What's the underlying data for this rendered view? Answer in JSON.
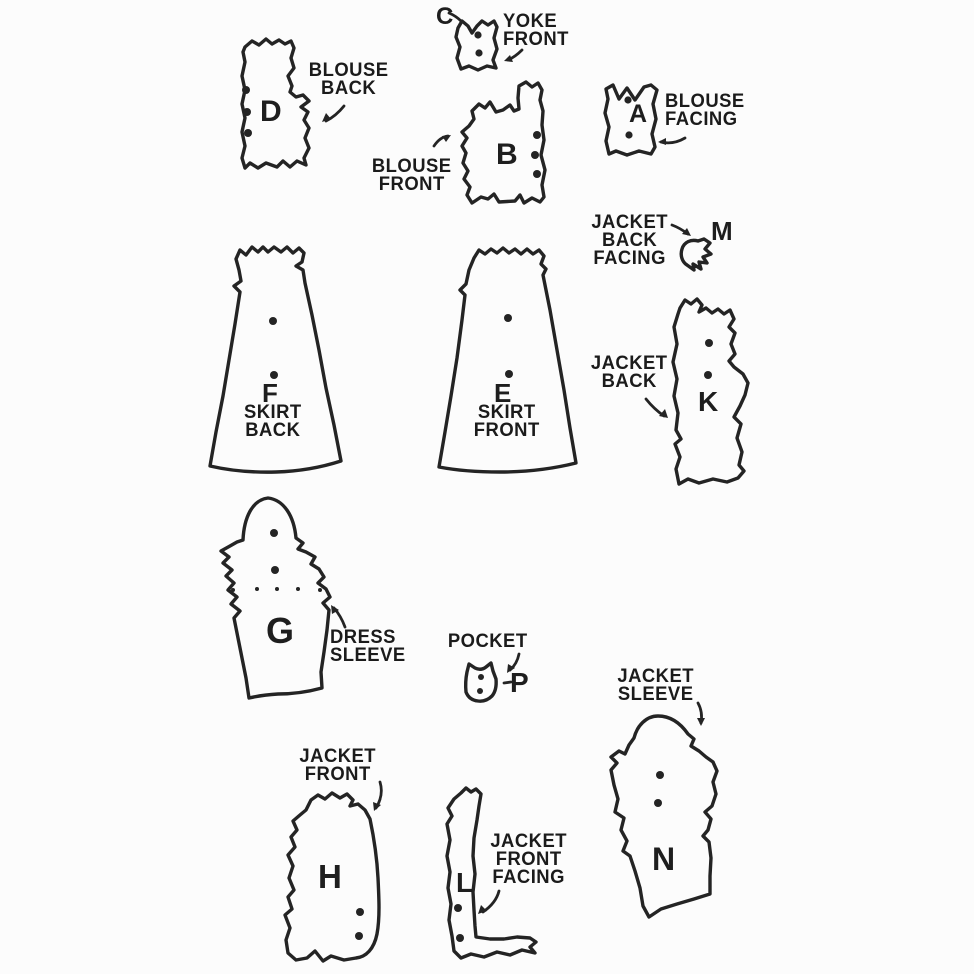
{
  "diagram_title": "sewing pattern pieces cutting diagram",
  "ink_color": "#222222",
  "background_color": "#fcfcfc",
  "pieces": [
    {
      "letter": "D",
      "label": "BLOUSE\nBACK"
    },
    {
      "letter": "C",
      "label": "YOKE\nFRONT"
    },
    {
      "letter": "B",
      "label": "BLOUSE\nFRONT"
    },
    {
      "letter": "A",
      "label": "BLOUSE\nFACING"
    },
    {
      "letter": "M",
      "label": "JACKET\nBACK\nFACING"
    },
    {
      "letter": "F",
      "label": "SKIRT\nBACK"
    },
    {
      "letter": "E",
      "label": "SKIRT\nFRONT"
    },
    {
      "letter": "K",
      "label": "JACKET\nBACK"
    },
    {
      "letter": "G",
      "label": "DRESS\nSLEEVE"
    },
    {
      "letter": "P",
      "label": "POCKET"
    },
    {
      "letter": "N",
      "label": "JACKET\nSLEEVE"
    },
    {
      "letter": "H",
      "label": "JACKET\nFRONT"
    },
    {
      "letter": "L",
      "label": "JACKET\nFRONT\nFACING"
    }
  ]
}
